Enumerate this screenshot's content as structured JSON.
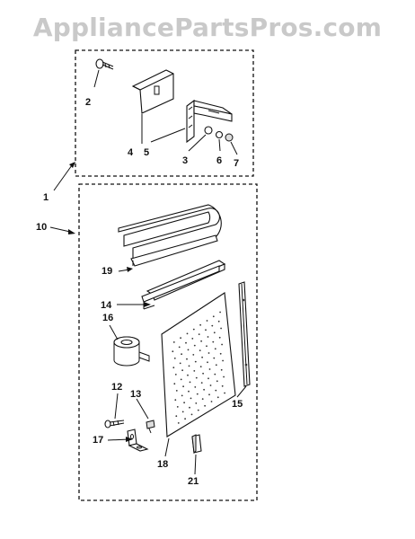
{
  "watermark": "AppliancePartsPros.com",
  "callouts": {
    "c1": "1",
    "c2": "2",
    "c3": "3",
    "c4": "4",
    "c5": "5",
    "c6": "6",
    "c7": "7",
    "c10": "10",
    "c12": "12",
    "c13": "13",
    "c14": "14",
    "c15": "15",
    "c16": "16",
    "c17": "17",
    "c18": "18",
    "c19": "19",
    "c21": "21"
  }
}
